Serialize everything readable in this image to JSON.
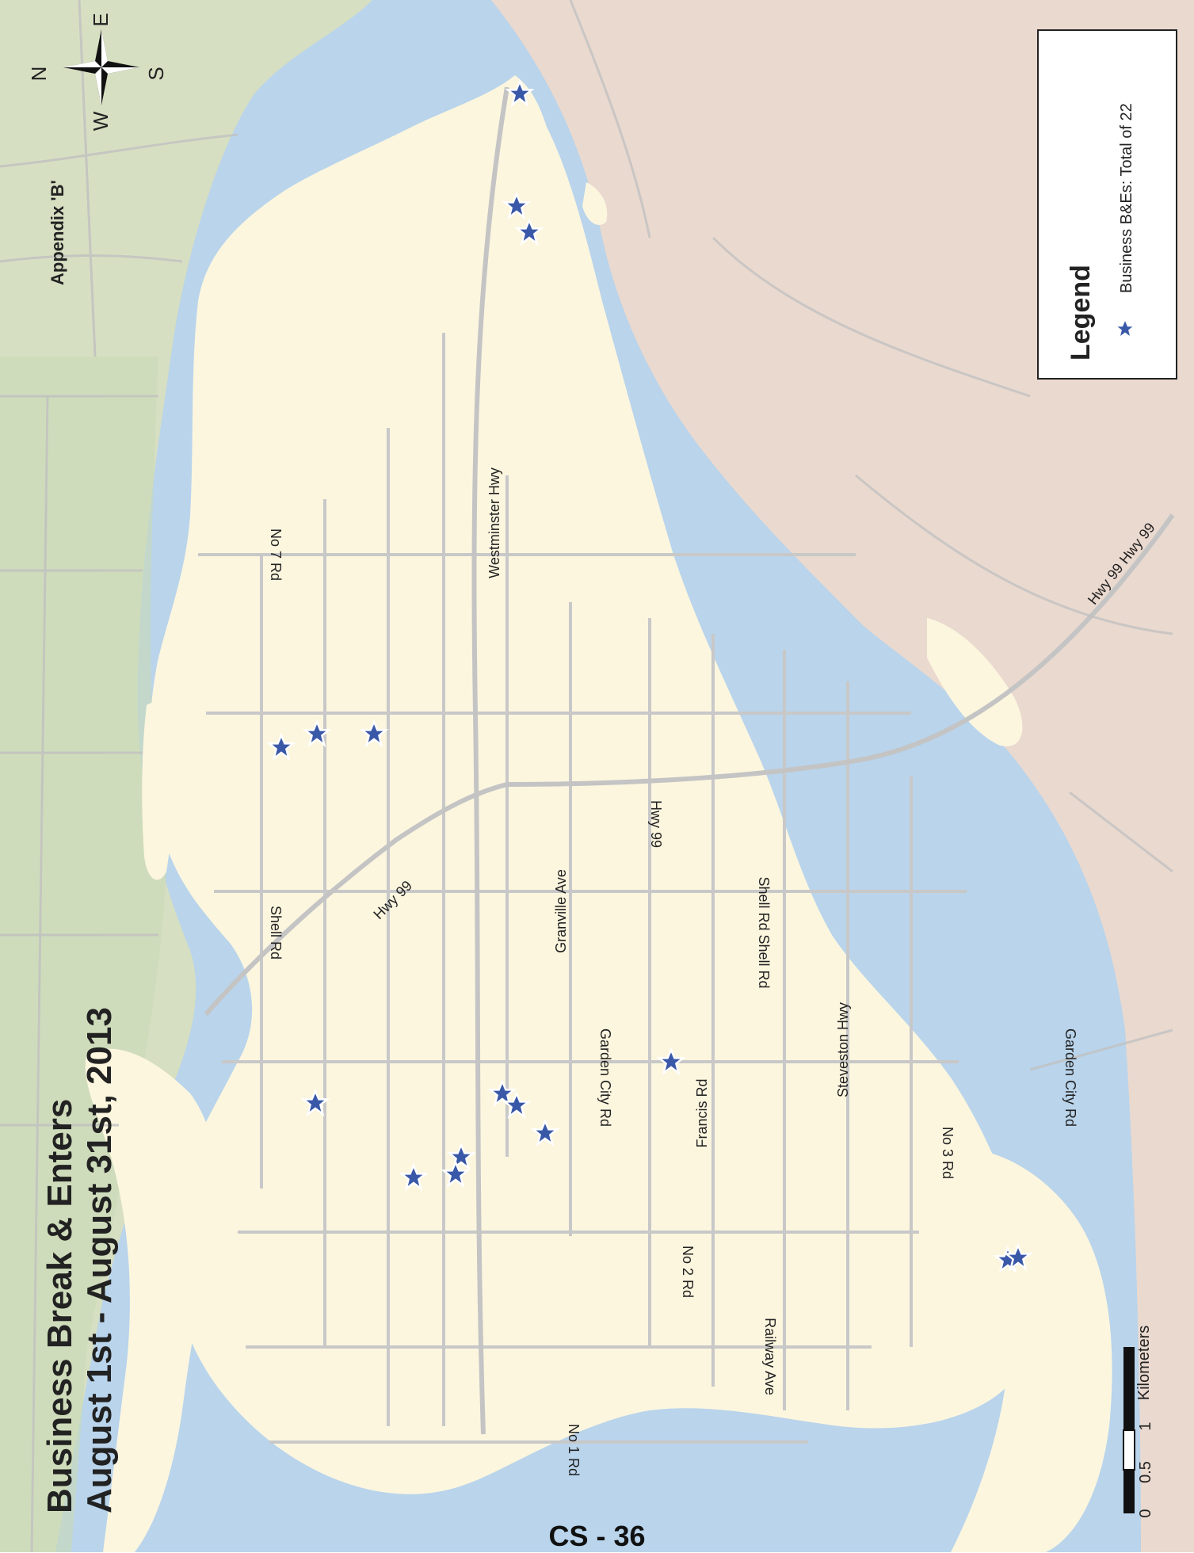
{
  "map": {
    "title_line1": "Business Break & Enters",
    "title_line2": "August 1st - August 31st, 2013",
    "appendix": "Appendix 'B'",
    "compass": {
      "n": "N",
      "e": "E",
      "s": "S",
      "w": "W"
    },
    "legend": {
      "heading": "Legend",
      "item": "Business B&Es: Total of 22",
      "symbol_color": "#3a58a8"
    },
    "scale": {
      "unit": "Kilometers",
      "ticks": [
        "0",
        "0.5",
        "1"
      ]
    },
    "roads": {
      "no7": "No 7 Rd",
      "westminster": "Westminster Hwy",
      "hwy99_a": "Hwy 99",
      "hwy99_b": "Hwy 99",
      "hwy99_c": "Hwy 99 Hwy 99",
      "shell_a": "Shell Rd",
      "shell_b": "Shell Rd Shell Rd",
      "granville": "Granville Ave",
      "garden_a": "Garden City Rd",
      "garden_b": "Garden City Rd",
      "francis": "Francis Rd",
      "steveston": "Steveston Hwy",
      "no3": "No 3 Rd",
      "no2": "No 2 Rd",
      "railway": "Railway Ave",
      "no1": "No 1 Rd"
    },
    "footer": "CS - 36",
    "colors": {
      "land": "#fcf6df",
      "water": "#b9d4eb",
      "north_land": "#d7dfc2",
      "south_land": "#ead9cf",
      "road": "#c8c8c8",
      "star": "#3a58a8"
    }
  }
}
